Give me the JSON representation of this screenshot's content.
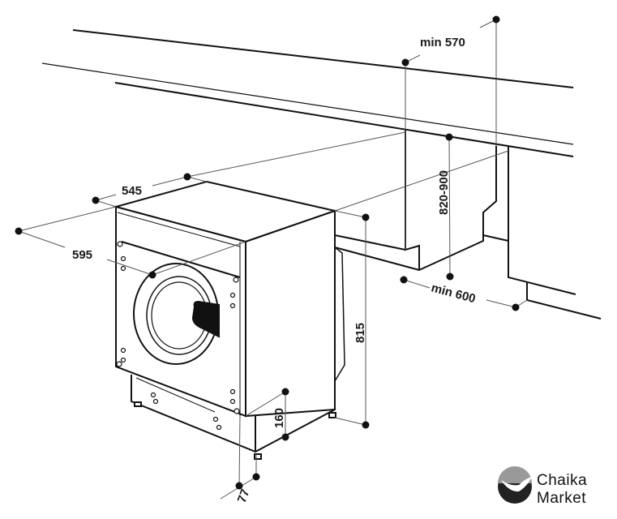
{
  "diagram": {
    "dimensions": {
      "min_570": "min 570",
      "range_820_900": "820-900",
      "min_600": "min 600",
      "width_545": "545",
      "width_595": "595",
      "height_815": "815",
      "plinth_160": "160",
      "offset_77": "77"
    },
    "colors": {
      "line": "#111111",
      "thin": "#555555"
    }
  },
  "logo": {
    "line1": "Chaika",
    "line2": "Market"
  }
}
